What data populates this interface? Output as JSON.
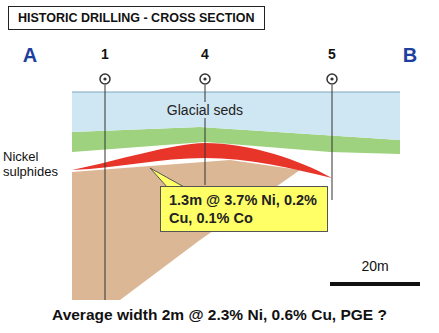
{
  "diagram": {
    "title": "HISTORIC DRILLING - CROSS SECTION",
    "caption": "Average width 2m @ 2.3% Ni, 0.6% Cu, PGE ?",
    "nodes": [
      {
        "text": [
          "1.3m @ 3.7% Ni, 0.2% Cu, 0.1% Co"
        ]
      }
    ],
    "labels": [
      "A",
      "1",
      "4",
      "5",
      "B",
      "Glacial seds",
      "Nickel sulphides",
      "20m"
    ]
  }
}
